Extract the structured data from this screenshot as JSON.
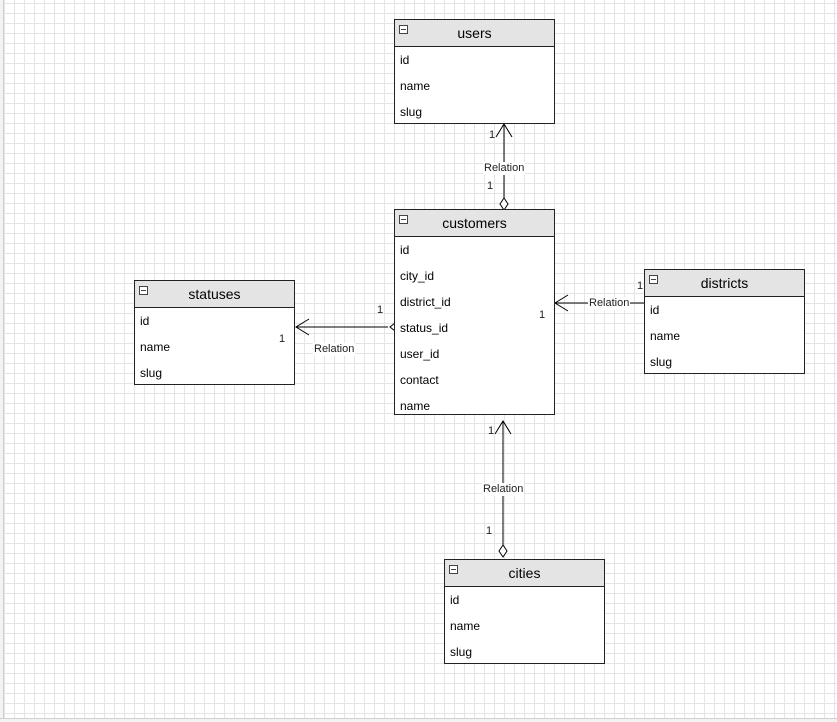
{
  "entities": {
    "users": {
      "title": "users",
      "fields": [
        "id",
        "name",
        "slug"
      ]
    },
    "customers": {
      "title": "customers",
      "fields": [
        "id",
        "city_id",
        "district_id",
        "status_id",
        "user_id",
        "contact",
        "name"
      ]
    },
    "statuses": {
      "title": "statuses",
      "fields": [
        "id",
        "name",
        "slug"
      ]
    },
    "districts": {
      "title": "districts",
      "fields": [
        "id",
        "name",
        "slug"
      ]
    },
    "cities": {
      "title": "cities",
      "fields": [
        "id",
        "name",
        "slug"
      ]
    }
  },
  "relations": {
    "customers_users": {
      "label": "Relation",
      "source_mult": "1",
      "target_mult": "1"
    },
    "customers_statuses": {
      "label": "Relation",
      "source_mult": "1",
      "target_mult": "1"
    },
    "districts_customers": {
      "label": "Relation",
      "source_mult": "1",
      "target_mult": "1"
    },
    "cities_customers": {
      "label": "Relation",
      "source_mult": "1",
      "target_mult": "1"
    }
  }
}
